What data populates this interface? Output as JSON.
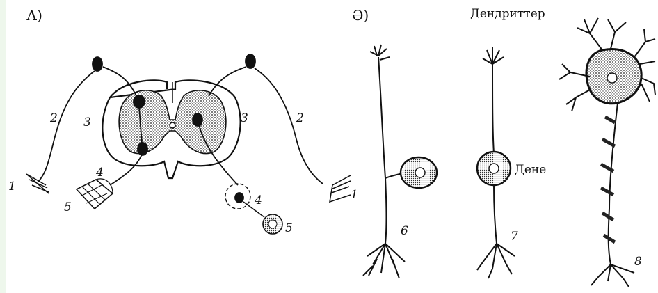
{
  "panels": {
    "a": "А)",
    "b": "Ә)"
  },
  "labels": {
    "dendrites": "Дендриттер",
    "body": "Дене"
  },
  "numbers": {
    "n1_left": "1",
    "n1_right": "1",
    "n2_left": "2",
    "n2_right": "2",
    "n3_left": "3",
    "n3_right": "3",
    "n4_left": "4",
    "n4_right": "4",
    "n5_left": "5",
    "n5_right": "5",
    "n6": "6",
    "n7": "7",
    "n8": "8"
  }
}
